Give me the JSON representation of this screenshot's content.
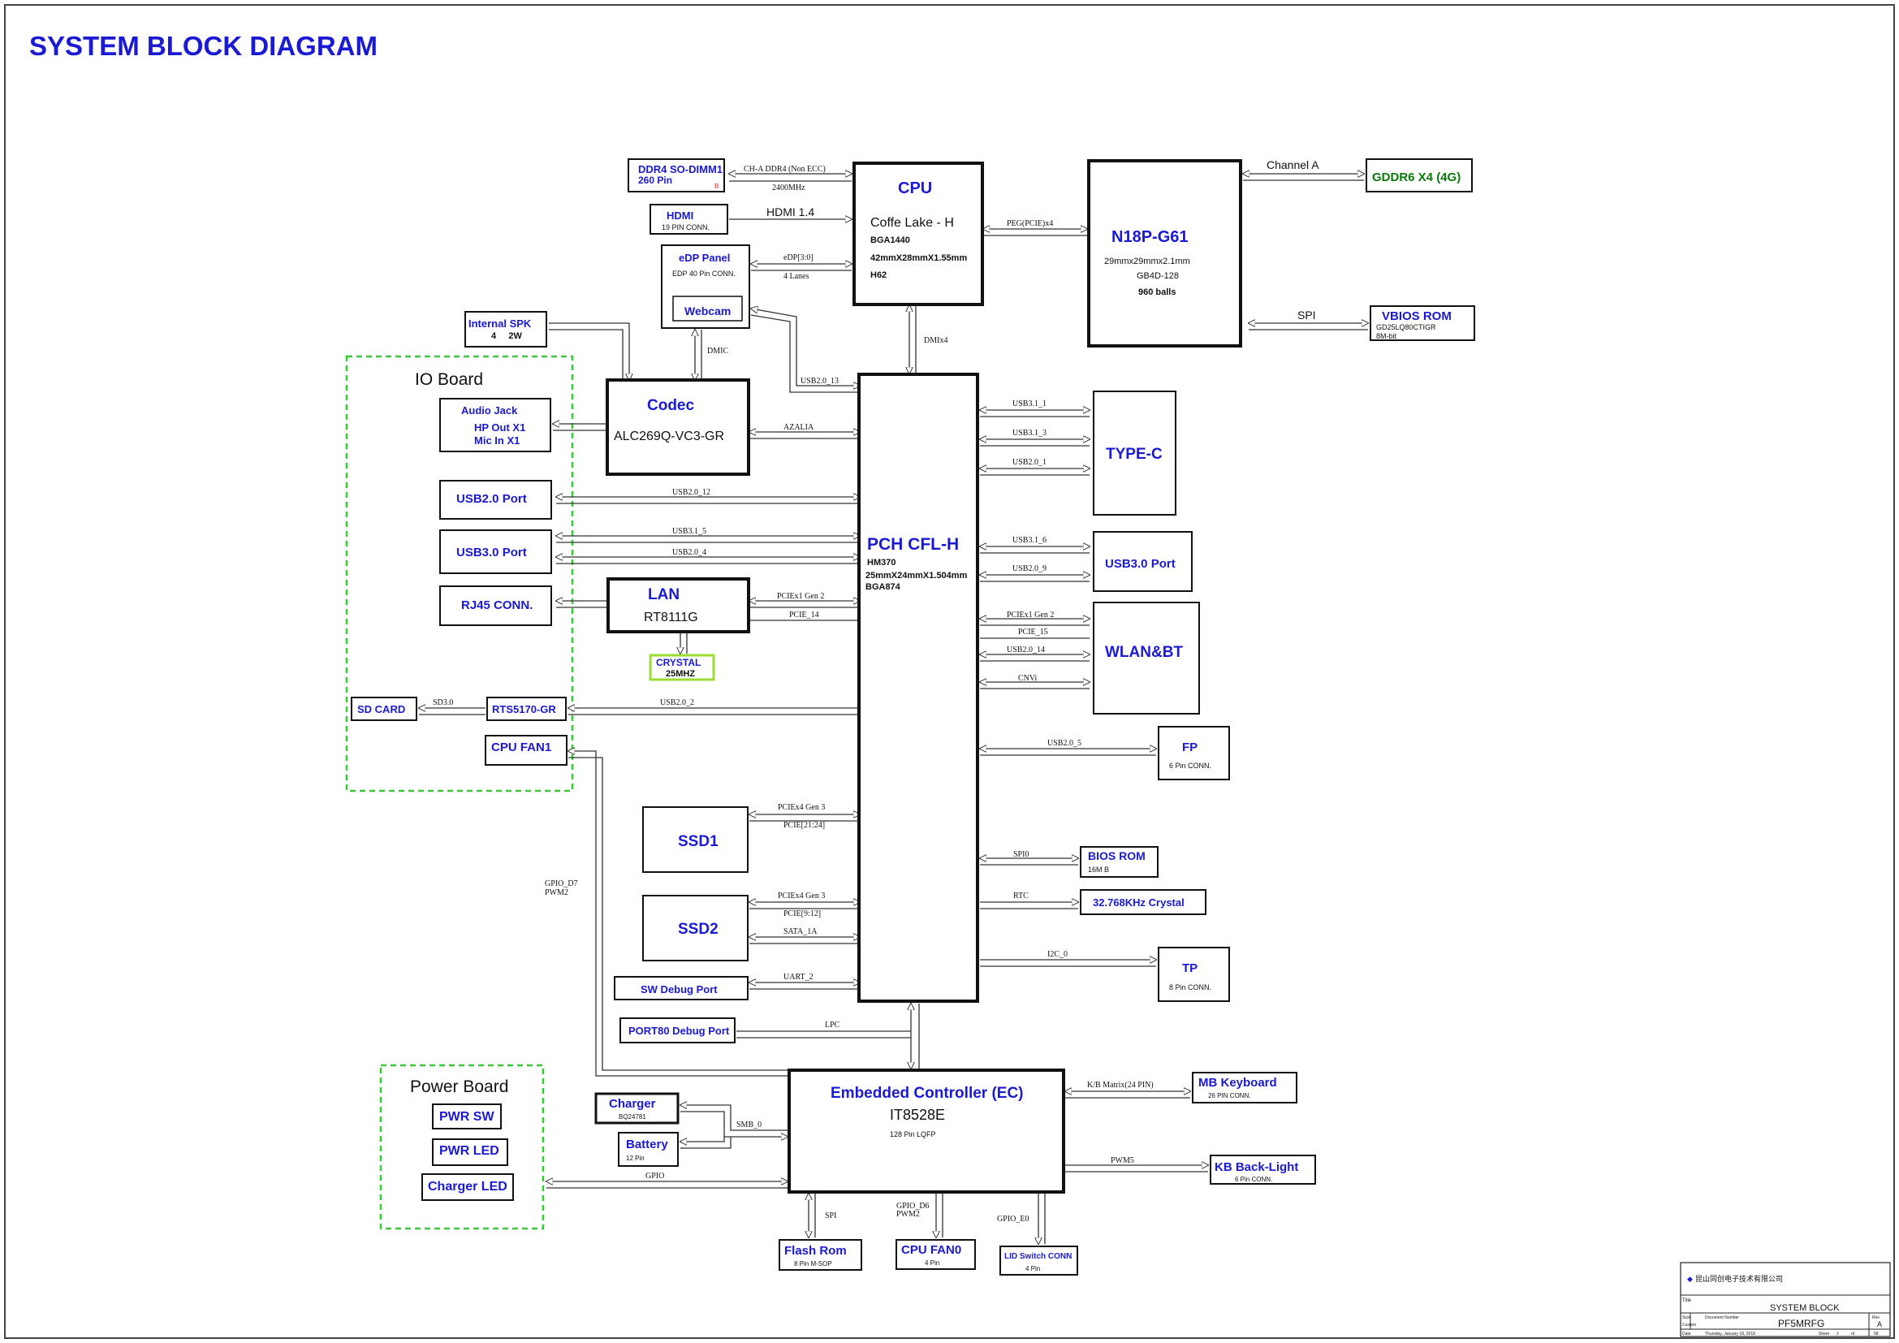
{
  "title": "SYSTEM BLOCK DIAGRAM",
  "colors": {
    "title": "#1a1ad4",
    "box_text": "#1a1ad4",
    "group_border": "#33cc33",
    "gddr": "#0b7a0b",
    "crystal_border": "#99dd33"
  },
  "cpu": {
    "name": "CPU",
    "sub": "Coffe Lake - H",
    "l1": "BGA1440",
    "l2": "42mmX28mmX1.55mm",
    "l3": "H62"
  },
  "gpu": {
    "name": "N18P-G61",
    "l1": "29mmx29mmx2.1mm",
    "l2": "GB4D-128",
    "l3": "960 balls"
  },
  "pch": {
    "name": "PCH CFL-H",
    "l1": "HM370",
    "l2": "25mmX24mmX1.504mm",
    "l3": "BGA874"
  },
  "ec": {
    "name": "Embedded Controller (EC)",
    "sub": "IT8528E",
    "l1": "128 Pin LQFP"
  },
  "codec": {
    "name": "Codec",
    "sub": "ALC269Q-VC3-GR"
  },
  "lan": {
    "name": "LAN",
    "sub": "RT8111G"
  },
  "crystal": {
    "name": "CRYSTAL",
    "sub": "25MHZ"
  },
  "ddr": {
    "l1": "DDR4 SO-DIMM1",
    "l2": "260 Pin",
    "mark": "B"
  },
  "hdmi": {
    "name": "HDMI",
    "sub": "19 PIN CONN."
  },
  "edp": {
    "name": "eDP Panel",
    "sub": "EDP 40 Pin CONN."
  },
  "webcam": {
    "name": "Webcam"
  },
  "spk": {
    "name": "Internal SPK",
    "sub": "4     2W"
  },
  "io_board": {
    "title": "IO Board",
    "audio1": "Audio Jack",
    "audio2": "HP Out X1",
    "audio3": "Mic In X1",
    "usb2": "USB2.0 Port",
    "usb3": "USB3.0 Port",
    "rj45": "RJ45 CONN.",
    "rts": "RTS5170-GR",
    "fan1": "CPU FAN1"
  },
  "sdcard": "SD CARD",
  "gddr": "GDDR6 X4 (4G)",
  "vbios": {
    "name": "VBIOS ROM",
    "l1": "GD25LQ80CTIGR",
    "l2": "8M-bit"
  },
  "typec": "TYPE-C",
  "usb30r": "USB3.0 Port",
  "wlan": "WLAN&BT",
  "fp": {
    "name": "FP",
    "sub": "6 Pin CONN."
  },
  "biosrom": {
    "name": "BIOS ROM",
    "sub": "16M B"
  },
  "rtc_xtal": "32.768KHz Crystal",
  "tp": {
    "name": "TP",
    "sub": "8 Pin CONN."
  },
  "ssd1": "SSD1",
  "ssd2": "SSD2",
  "swdebug": "SW Debug Port",
  "port80": "PORT80 Debug Port",
  "power_board": {
    "title": "Power Board",
    "pwrsw": "PWR SW",
    "pwrled": "PWR LED",
    "chgled": "Charger LED"
  },
  "charger": {
    "name": "Charger",
    "sub": "BQ24781"
  },
  "battery": {
    "name": "Battery",
    "sub": "12 Pin"
  },
  "kbd": {
    "name": "MB Keyboard",
    "sub": "26 PIN CONN."
  },
  "kbbl": {
    "name": "KB Back-Light",
    "sub": "6 Pin CONN."
  },
  "flash": {
    "name": "Flash Rom",
    "sub": "8 Pin M-SOP"
  },
  "cpufan0": {
    "name": "CPU FAN0",
    "sub": "4 Pin"
  },
  "lid": {
    "name": "LID Switch CONN",
    "sub": "4 Pin"
  },
  "signals": {
    "ch_a_ddr": "CH-A DDR4 (Non ECC)",
    "mhz": "2400MHz",
    "hdmi14": "HDMI 1.4",
    "edp30": "eDP[3:0]",
    "lanes4": "4 Lanes",
    "peg": "PEG(PCIE)x4",
    "channel_a": "Channel A",
    "spi": "SPI",
    "dmix4": "DMIx4",
    "dmic": "DMIC",
    "usb20_13": "USB2.0_13",
    "azalia": "AZALIA",
    "usb20_12": "USB2.0_12",
    "usb31_5": "USB3.1_5",
    "usb20_4": "USB2.0_4",
    "pciex1_gen2_l": "PCIEx1 Gen 2",
    "pcie14": "PCIE_14",
    "sd30": "SD3.0",
    "usb20_2": "USB2.0_2",
    "gpio_d7": "GPIO_D7",
    "pwm2": "PWM2",
    "usb31_1": "USB3.1_1",
    "usb31_3": "USB3.1_3",
    "usb20_1": "USB2.0_1",
    "usb31_6": "USB3.1_6",
    "usb20_9": "USB2.0_9",
    "pciex1_gen2_r": "PCIEx1 Gen 2",
    "pcie15": "PCIE_15",
    "usb20_14": "USB2.0_14",
    "cnvi": "CNVi",
    "usb20_5": "USB2.0_5",
    "pciex4_gen3_a": "PCIEx4 Gen 3",
    "pcie2124": "PCIE[21:24]",
    "pciex4_gen3_b": "PCIEx4 Gen 3",
    "pcie912": "PCIE[9:12]",
    "sata1a": "SATA_1A",
    "uart2": "UART_2",
    "spi0": "SPI0",
    "rtc": "RTC",
    "i2c0": "I2C_0",
    "lpc": "LPC",
    "smb0": "SMB_0",
    "gpio": "GPIO",
    "spi_ec": "SPI",
    "gpio_d6": "GPIO_D6",
    "pwm2b": "PWM2",
    "gpio_e0": "GPIO_E0",
    "kb_matrix": "K/B Matrix(24 PIN)",
    "pwm5": "PWM5"
  },
  "titleblock": {
    "company": "昆山同创电子技术有限公司",
    "block": "SYSTEM BLOCK",
    "doc": "PF5MRFG",
    "rev": "A",
    "date": "Thursday, January 18, 2018",
    "sheet": "2",
    "of": "of",
    "total": "58",
    "lbl_title": "Title",
    "lbl_size": "Size",
    "lbl_docnum": "Document Number",
    "lbl_rev": "Rev",
    "lbl_custom": "Custom",
    "lbl_date": "Date",
    "lbl_sheet": "Sheet"
  }
}
